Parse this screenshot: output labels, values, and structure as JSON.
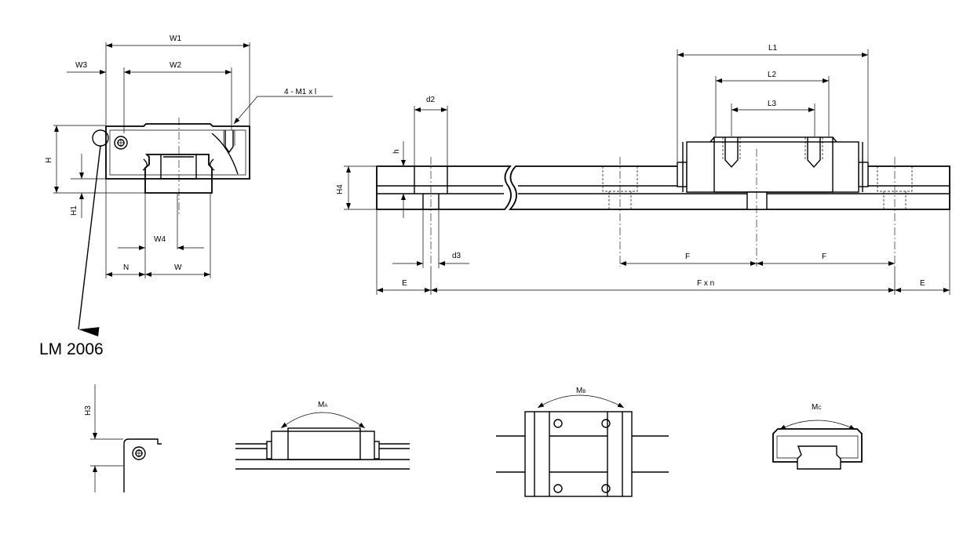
{
  "labels": {
    "W1": "W1",
    "W2": "W2",
    "W3": "W3",
    "W4": "W4",
    "W": "W",
    "N": "N",
    "H": "H",
    "H1": "H1",
    "H3": "H3",
    "H4": "H4",
    "h": "h",
    "thread": "4 - M1 x l",
    "L1": "L1",
    "L2": "L2",
    "L3": "L3",
    "d2": "d2",
    "d3": "d3",
    "F": "F",
    "Fxn": "F x n",
    "E": "E",
    "M": "M",
    "A": "A",
    "B": "B",
    "C": "C"
  },
  "model": "LM 2006"
}
